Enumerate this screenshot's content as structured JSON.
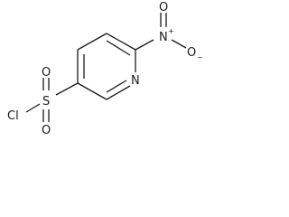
{
  "molecule": {
    "atoms": {
      "nitro_n": "N",
      "nitro_n_charge": "+",
      "nitro_o_top": "O",
      "nitro_o_right": "O",
      "nitro_o_charge": "−",
      "ring_n": "N",
      "sulfur": "S",
      "chlorine": "Cl",
      "sulfonyl_o_top": "O",
      "sulfonyl_o_bottom": "O"
    }
  }
}
